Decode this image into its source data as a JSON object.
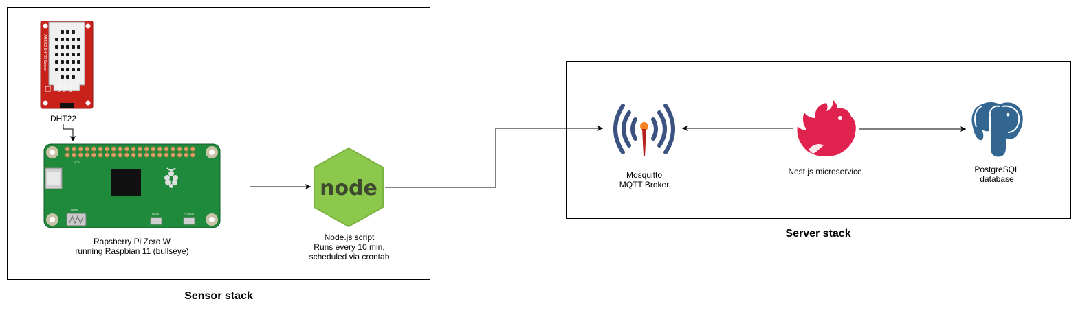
{
  "sensor_stack": {
    "title": "Sensor stack",
    "sensor": {
      "label": "DHT22",
      "board_text": "AM2302 DHT22 Sensor",
      "pins": [
        "GND",
        "VCC",
        "DAT"
      ],
      "color": "#c8221b"
    },
    "raspberry_pi": {
      "label_lines": [
        "Rapsberry Pi Zero W",
        "running Raspbian 11 (bullseye)"
      ],
      "silkscreen": [
        "GPIO",
        "HDMI",
        "DATA",
        "POWER"
      ],
      "color": "#1f8a3c"
    },
    "node_script": {
      "logo_text": "node",
      "label_lines": [
        "Node.js script",
        "Runs every 10 min,",
        "scheduled via crontab"
      ],
      "color": "#8cc84b"
    }
  },
  "server_stack": {
    "title": "Server stack",
    "mosquitto": {
      "label_lines": [
        "Mosquitto",
        "MQTT Broker"
      ],
      "color": "#3c5280",
      "accent": "#f58220"
    },
    "nestjs": {
      "label": "Nest.js microservice",
      "color": "#e0234e"
    },
    "postgres": {
      "label_lines": [
        "PostgreSQL",
        "database"
      ],
      "color": "#336791"
    }
  }
}
